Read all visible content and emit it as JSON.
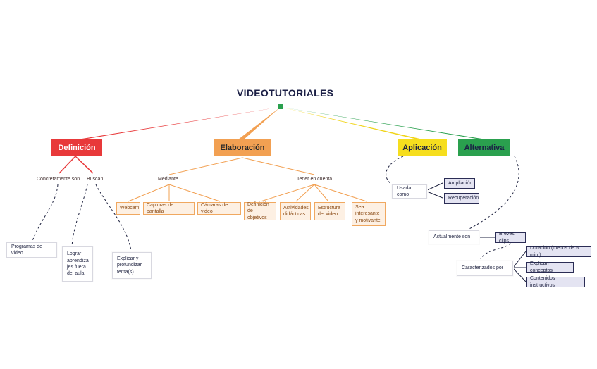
{
  "title": "VIDEOTUTORIALES",
  "branches": {
    "definicion": "Definición",
    "elaboracion": "Elaboración",
    "aplicacion": "Aplicación",
    "alternativa": "Alternativa"
  },
  "definicion": {
    "concretamente_label": "Concretamente son",
    "buscan_label": "Buscan",
    "programas": "Programas de video",
    "lograr": "Lograr aprendiza jes fuera del aula",
    "explicar": "Explicar y profundizar tema(s)"
  },
  "elaboracion": {
    "mediante_label": "Mediante",
    "tener_label": "Tener en cuenta",
    "mediante_items": [
      "Webcam",
      "Capturas de pantalla",
      "Cámaras de video"
    ],
    "tener_items": [
      "Definición de objetivos",
      "Actividades didácticas",
      "Estructura del video",
      "Sea interesante y motivante"
    ]
  },
  "aplicacion": {
    "usada_como": "Usada como",
    "ampliacion": "Ampliación",
    "recuperacion": "Recuperación"
  },
  "alternativa": {
    "actualmente": "Actualmente son",
    "breves": "Breves clips",
    "caracterizados": "Caracterizados por",
    "items": [
      "Duración (menos de 5 min.)",
      "Explican conceptos",
      "Contenidos instructivos"
    ]
  },
  "colors": {
    "red": "#e8393a",
    "orange": "#f2a052",
    "yellow": "#f6de1e",
    "green": "#2aa04e",
    "navy": "#1f2340"
  }
}
